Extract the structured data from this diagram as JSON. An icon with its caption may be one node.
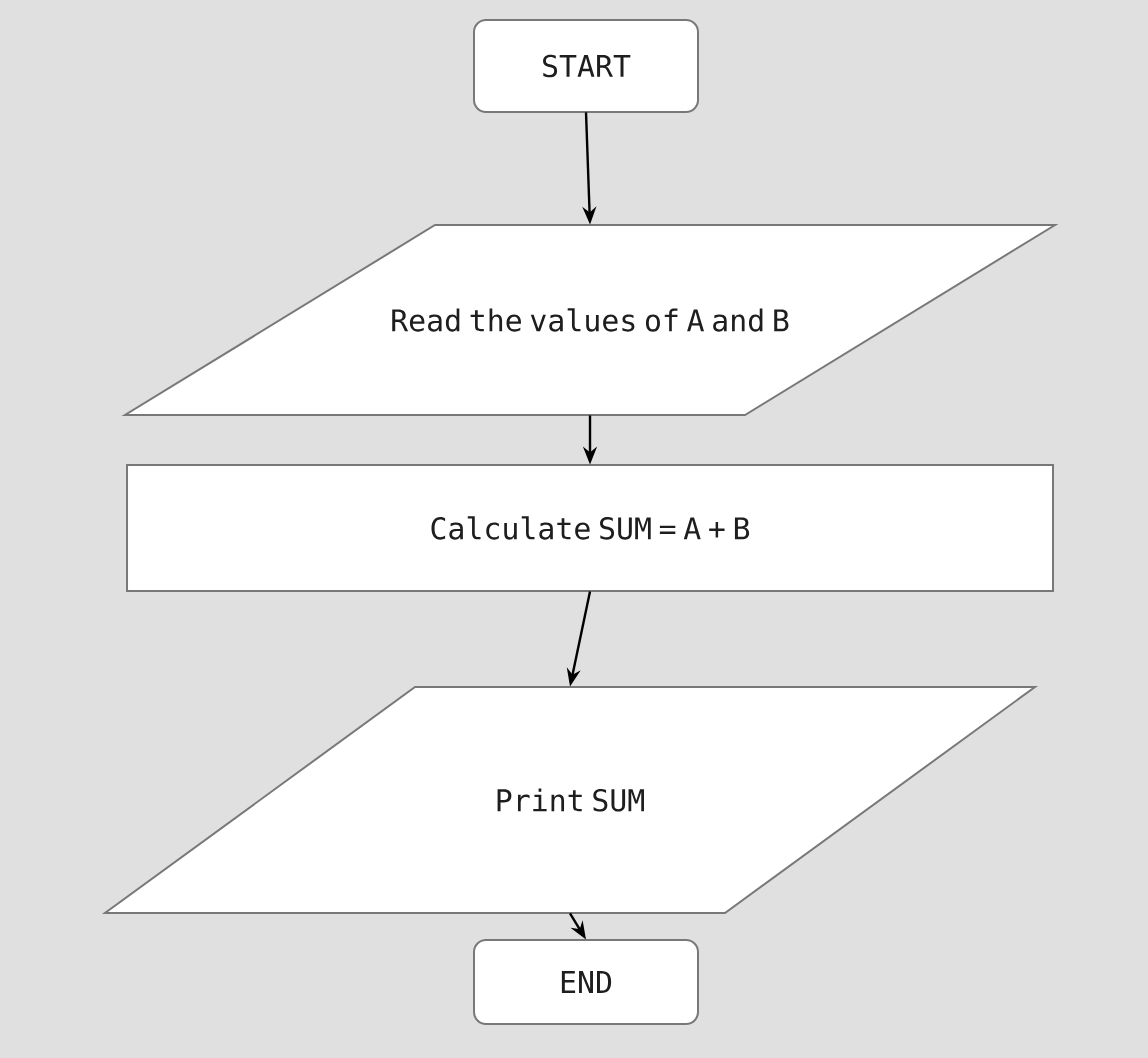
{
  "diagram": {
    "nodes": [
      {
        "text": [
          "START"
        ]
      },
      {
        "text": [
          "Read the values of A and B"
        ]
      },
      {
        "text": [
          "Calculate SUM = A + B"
        ]
      },
      {
        "text": [
          "Print SUM"
        ]
      },
      {
        "text": [
          "END"
        ]
      }
    ],
    "edges": [
      {
        "from": 0,
        "to": 1,
        "arrow": "to"
      },
      {
        "from": 1,
        "to": 2,
        "arrow": "to"
      },
      {
        "from": 2,
        "to": 3,
        "arrow": "to"
      },
      {
        "from": 3,
        "to": 4,
        "arrow": "to"
      }
    ]
  }
}
